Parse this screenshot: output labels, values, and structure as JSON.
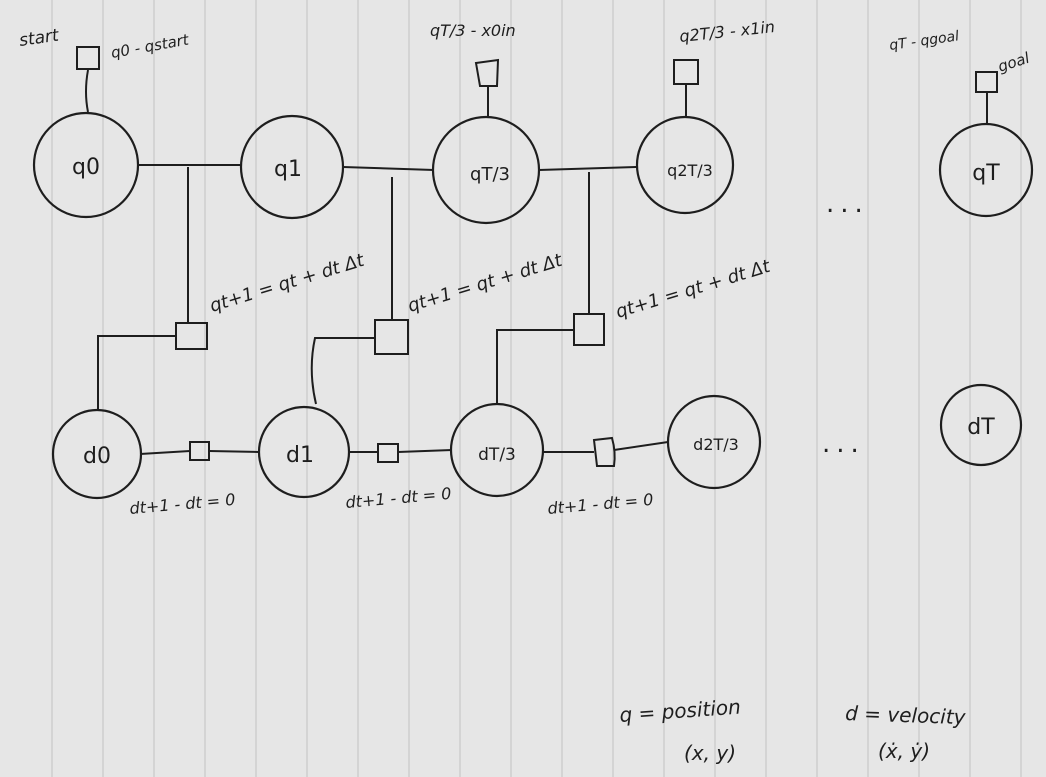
{
  "nodes": {
    "q0": "q0",
    "q1": "q1",
    "qT3": "qT/3",
    "q2T3": "q2T/3",
    "qT": "qT",
    "d0": "d0",
    "d1": "d1",
    "dT3": "dT/3",
    "d2T3": "d2T/3",
    "dT": "dT"
  },
  "annotations": {
    "start": "start",
    "q0_prior": "q0 - qstart",
    "qT3_prior": "qT/3 - x0in",
    "q2T3_prior": "q2T/3 - x1in",
    "qT_prior": "qT - qgoal",
    "goal": "goal"
  },
  "equations": {
    "position_update": "qt+1 = qt + dt Δt",
    "velocity_constraint": "dt+1 - dt = 0"
  },
  "ellipsis": "...",
  "legend": {
    "position_def": "q = position",
    "position_vec": "(x, y)",
    "velocity_def": "d = velocity",
    "velocity_vec": "(ẋ, ẏ)"
  }
}
